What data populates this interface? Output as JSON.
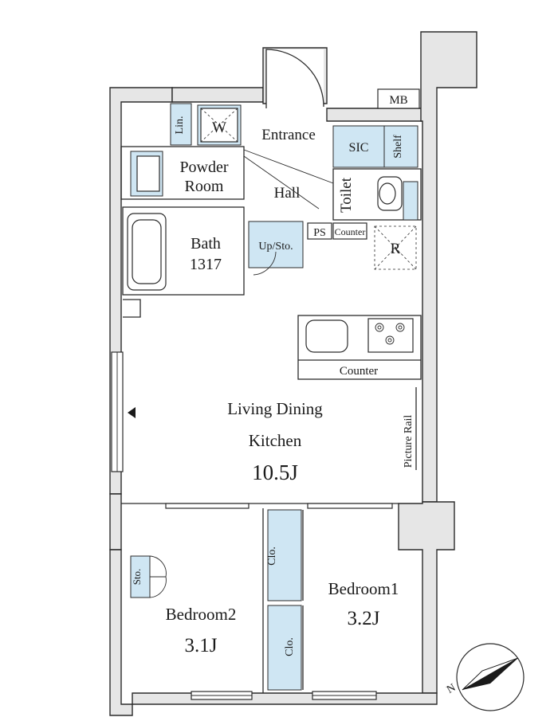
{
  "rooms": {
    "mb": "MB",
    "entrance": "Entrance",
    "sic": "SIC",
    "shelf": "Shelf",
    "lin": "Lin.",
    "w": "W",
    "powder_line1": "Powder",
    "powder_line2": "Room",
    "hall": "Hall",
    "toilet": "Toilet",
    "bath_line1": "Bath",
    "bath_line2": "1317",
    "upsto": "Up/Sto.",
    "ps": "PS",
    "counter_small": "Counter",
    "fridge": "R",
    "counter": "Counter",
    "ldk_line1": "Living Dining",
    "ldk_line2": "Kitchen",
    "ldk_size": "10.5J",
    "picture_rail": "Picture Rail",
    "sto": "Sto.",
    "clo_upper": "Clo.",
    "clo_lower": "Clo.",
    "bedroom1": "Bedroom1",
    "bedroom1_size": "3.2J",
    "bedroom2": "Bedroom2",
    "bedroom2_size": "3.1J",
    "north": "N"
  },
  "colors": {
    "wall": "#e6e6e6",
    "storage": "#cfe6f3",
    "line": "#2b2b2b"
  }
}
